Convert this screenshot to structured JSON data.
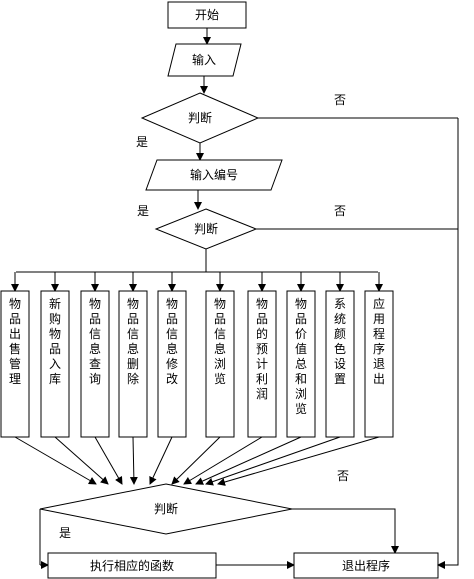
{
  "nodes": {
    "start": "开始",
    "input": "输入",
    "decision1": "判断",
    "input_number": "输入编号",
    "decision2": "判断",
    "decision3": "判断",
    "execute": "执行相应的函数",
    "exit": "退出程序"
  },
  "functions": [
    "物品出售管理",
    "新购物品入库",
    "物品信息查询",
    "物品信息删除",
    "物品信息修改",
    "物品信息浏览",
    "物品的预计利润",
    "物品价值总和浏览",
    "系统颜色设置",
    "应用程序退出"
  ],
  "edge_labels": {
    "yes1": "是",
    "no1": "否",
    "yes2": "是",
    "no2": "否",
    "yes3": "是",
    "no3": "否"
  }
}
